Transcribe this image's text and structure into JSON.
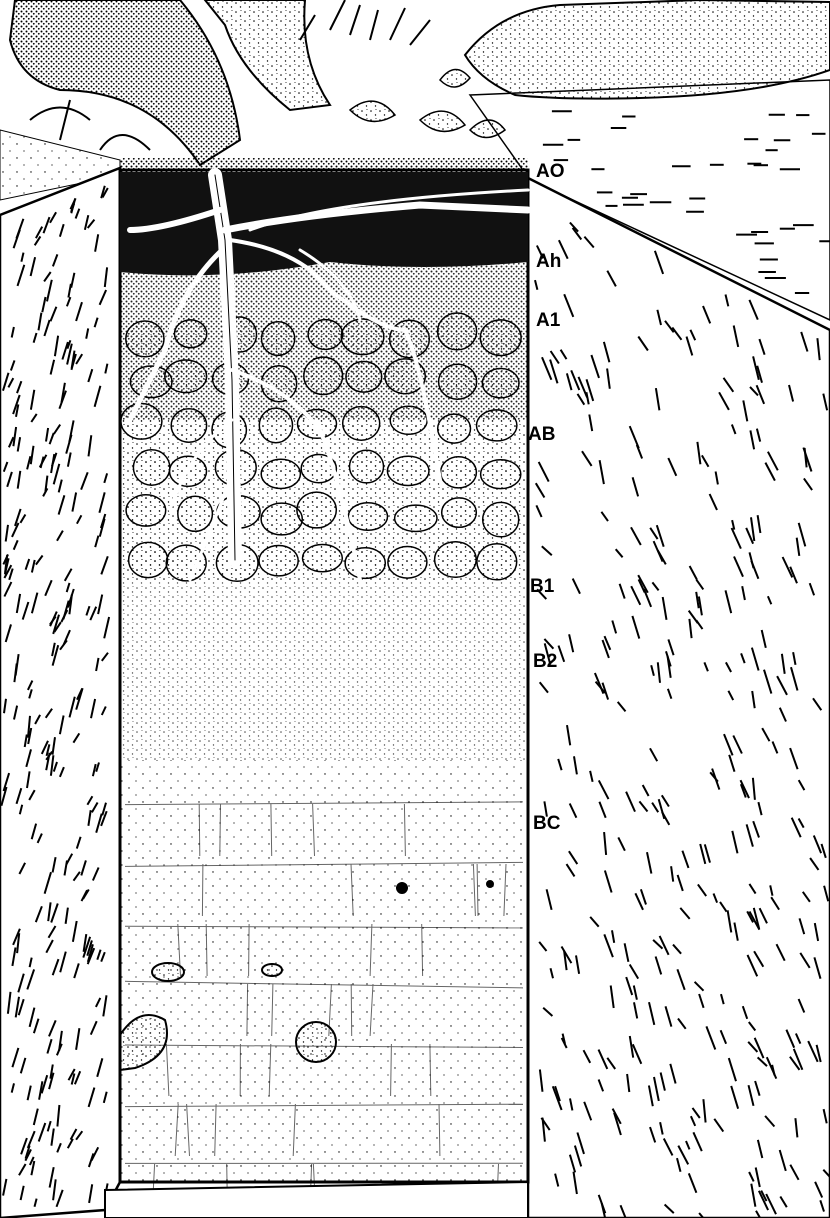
{
  "figure": {
    "horizons": [
      {
        "label": "AO"
      },
      {
        "label": "Ah"
      },
      {
        "label": "A1"
      },
      {
        "label": "AB"
      },
      {
        "label": "B1"
      },
      {
        "label": "B2"
      },
      {
        "label": "BC"
      }
    ],
    "colors": {
      "ink": "#000000",
      "paper": "#ffffff",
      "topsoil": "#111111"
    }
  }
}
